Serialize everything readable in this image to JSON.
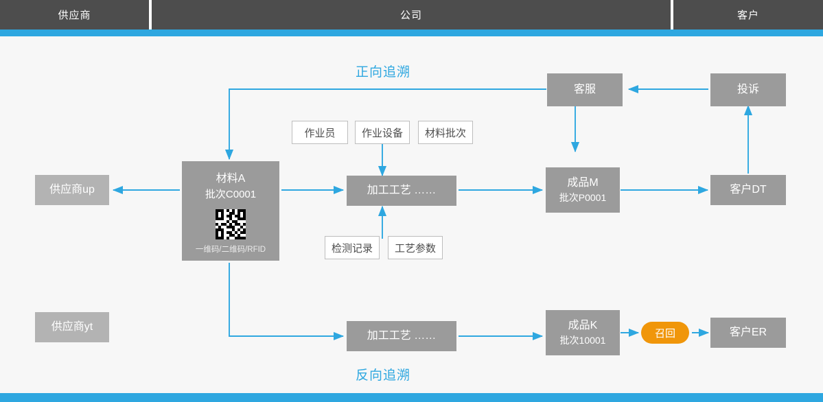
{
  "header": {
    "columns": [
      {
        "label": "供应商"
      },
      {
        "label": "公司"
      },
      {
        "label": "客户"
      }
    ]
  },
  "titles": {
    "forward": "正向追溯",
    "reverse": "反向追溯"
  },
  "colors": {
    "accent_blue": "#2ea7e0",
    "header_gray": "#4d4d4d",
    "node_gray": "#9b9b9b",
    "node_light_gray": "#b3b3b3",
    "recall_orange": "#f0960a"
  },
  "nodes": {
    "supplier_up": {
      "label": "供应商up"
    },
    "supplier_yt": {
      "label": "供应商yt"
    },
    "material": {
      "title": "材料A",
      "batch": "批次C0001",
      "code_types": "一维码/二维码/RFID",
      "qr_icon": "qr-code-icon"
    },
    "process_top": {
      "label": "加工工艺  ……"
    },
    "process_bottom": {
      "label": "加工工艺  ……"
    },
    "product_m": {
      "title": "成品M",
      "batch": "批次P0001"
    },
    "product_k": {
      "title": "成品K",
      "batch": "批次10001"
    },
    "customer_service": {
      "label": "客服"
    },
    "complaint": {
      "label": "投诉"
    },
    "customer_dt": {
      "label": "客户DT"
    },
    "customer_er": {
      "label": "客户ER"
    },
    "recall": {
      "label": "召回"
    }
  },
  "chips": {
    "operator": "作业员",
    "equipment": "作业设备",
    "material_batch": "材料批次",
    "inspection_record": "检测记录",
    "process_parameters": "工艺参数"
  }
}
